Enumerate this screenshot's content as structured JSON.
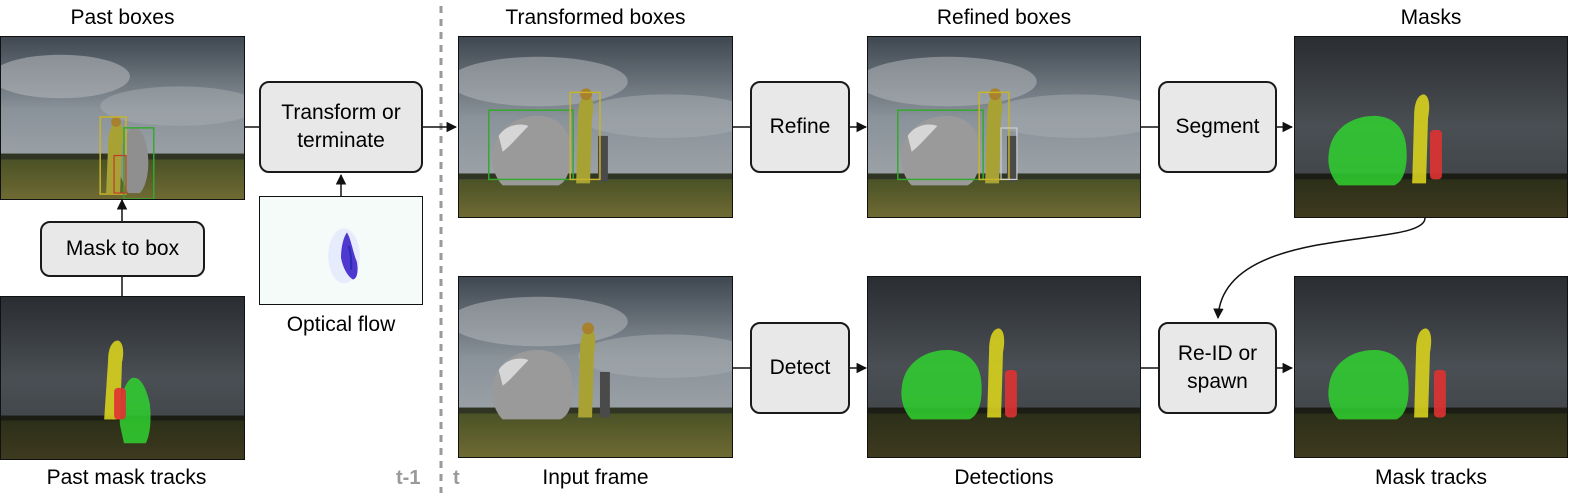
{
  "labels": {
    "past_boxes": "Past boxes",
    "past_mask_tracks": "Past mask tracks",
    "optical_flow": "Optical flow",
    "transformed_boxes": "Transformed boxes",
    "input_frame": "Input frame",
    "refined_boxes": "Refined boxes",
    "detections": "Detections",
    "masks": "Masks",
    "mask_tracks": "Mask tracks"
  },
  "boxes": {
    "mask_to_box": "Mask to box",
    "transform_line1": "Transform or",
    "transform_line2": "terminate",
    "refine": "Refine",
    "detect": "Detect",
    "segment": "Segment",
    "reid_line1": "Re-ID or",
    "reid_line2": "spawn"
  },
  "time": {
    "prev": "t-1",
    "curr": "t"
  },
  "colors": {
    "box_green": "#35a82f",
    "box_yellow": "#c8b428",
    "mask_green": "#2fd12f",
    "mask_yellow": "#d8d21e",
    "mask_red": "#e03232"
  }
}
